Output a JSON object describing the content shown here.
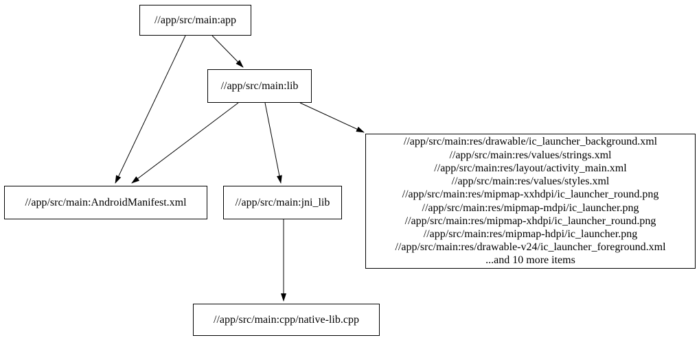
{
  "diagram": {
    "type": "dependency-graph",
    "background_color": "#ffffff",
    "stroke_color": "#000000",
    "text_color": "#000000",
    "nodes": {
      "app": {
        "label": "//app/src/main:app"
      },
      "lib": {
        "label": "//app/src/main:lib"
      },
      "manifest": {
        "label": "//app/src/main:AndroidManifest.xml"
      },
      "jni_lib": {
        "label": "//app/src/main:jni_lib"
      },
      "native_lib": {
        "label": "//app/src/main:cpp/native-lib.cpp"
      },
      "res": {
        "lines": [
          "//app/src/main:res/drawable/ic_launcher_background.xml",
          "//app/src/main:res/values/strings.xml",
          "//app/src/main:res/layout/activity_main.xml",
          "//app/src/main:res/values/styles.xml",
          "//app/src/main:res/mipmap-xxhdpi/ic_launcher_round.png",
          "//app/src/main:res/mipmap-mdpi/ic_launcher.png",
          "//app/src/main:res/mipmap-xhdpi/ic_launcher_round.png",
          "//app/src/main:res/mipmap-hdpi/ic_launcher.png",
          "//app/src/main:res/drawable-v24/ic_launcher_foreground.xml",
          "...and 10 more items"
        ]
      }
    },
    "edges": [
      {
        "from": "app",
        "to": "manifest"
      },
      {
        "from": "app",
        "to": "lib"
      },
      {
        "from": "lib",
        "to": "manifest"
      },
      {
        "from": "lib",
        "to": "jni_lib"
      },
      {
        "from": "lib",
        "to": "res"
      },
      {
        "from": "jni_lib",
        "to": "native_lib"
      }
    ]
  }
}
